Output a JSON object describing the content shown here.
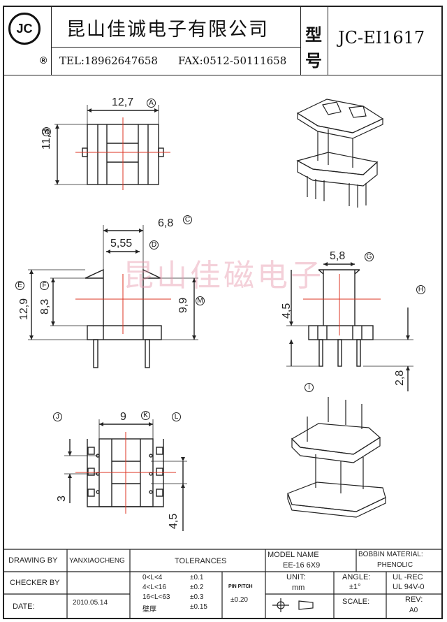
{
  "header": {
    "logo_text": "JC",
    "registered_mark": "®",
    "company_name": "昆山佳诚电子有限公司",
    "tel": "TEL:18962647658",
    "fax": "FAX:0512-50111658",
    "model_label_line1": "型",
    "model_label_line2": "号",
    "model_code": "JC-EI1617"
  },
  "watermark": "昆山佳磁电子",
  "dimensions": {
    "top_width": "12,7",
    "top_height": "11,3",
    "front_width_outer": "6,8",
    "front_width_inner": "5,55",
    "front_height_total": "12,9",
    "front_height_body": "8,3",
    "front_height_core": "9,9",
    "side_width": "5,8",
    "side_height": "4,5",
    "pin_length": "2,8",
    "bottom_width": "9",
    "bottom_pitch": "3",
    "bottom_span": "4,5"
  },
  "markers": {
    "A": "A",
    "B": "B",
    "C": "C",
    "D": "D",
    "E": "E",
    "F": "F",
    "G": "G",
    "H": "H",
    "I": "I",
    "J": "J",
    "K": "K",
    "L": "L",
    "M": "M"
  },
  "title_block": {
    "drawing_by_label": "DRAWING BY",
    "drawing_by_value": "YANXIAOCHENG",
    "tolerances_label": "TOLERANCES",
    "model_name_label": "MODEL NAME",
    "model_name_value": "EE-16   6X9",
    "bobbin_material_label": "BOBBIN MATERIAL:",
    "bobbin_material_value": "PHENOLIC",
    "checker_by_label": "CHECKER BY",
    "tol_rows": [
      {
        "range": "0<L<4",
        "value": "±0.1"
      },
      {
        "range": "4<L<16",
        "value": "±0.2"
      },
      {
        "range": "16<L<63",
        "value": "±0.3"
      },
      {
        "range": "壁厚",
        "value": "±0.15"
      }
    ],
    "pin_pitch_label": "PIN PITCH",
    "pin_pitch_value": "±0.20",
    "unit_label": "UNIT:",
    "unit_value": "mm",
    "angle_label": "ANGLE:",
    "angle_value": "±1°",
    "ul_rec": "UL -REC",
    "ul_94": "UL  94V-0",
    "date_label": "DATE:",
    "date_value": "2010.05.14",
    "scale_label": "SCALE:",
    "rev_label": "REV:",
    "rev_value": "A0"
  }
}
